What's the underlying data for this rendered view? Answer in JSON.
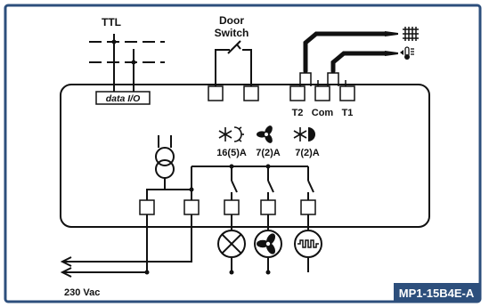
{
  "labels": {
    "ttl": "TTL",
    "door_line1": "Door",
    "door_line2": "Switch",
    "data_io": "data I/O",
    "t2": "T2",
    "com": "Com",
    "t1": "T1",
    "relay1_rating": "16(5)A",
    "relay2_rating": "7(2)A",
    "relay3_rating": "7(2)A",
    "supply": "230 Vac",
    "model_code": "MP1-15B4E-A"
  },
  "icons": {
    "evaporator_sensor": "evaporator-coil-icon",
    "room_sensor": "thermometer-icon",
    "relay1": "defrost-icon",
    "relay2": "fan-icon",
    "relay3": "compressor-icon",
    "load_lamp": "lamp-icon",
    "load_fan": "fan-icon",
    "load_heater": "heater-icon"
  },
  "colors": {
    "frame": "#2d4f7c",
    "ink": "#111111",
    "badge_bg": "#2d4f7c",
    "badge_text": "#ffffff"
  }
}
